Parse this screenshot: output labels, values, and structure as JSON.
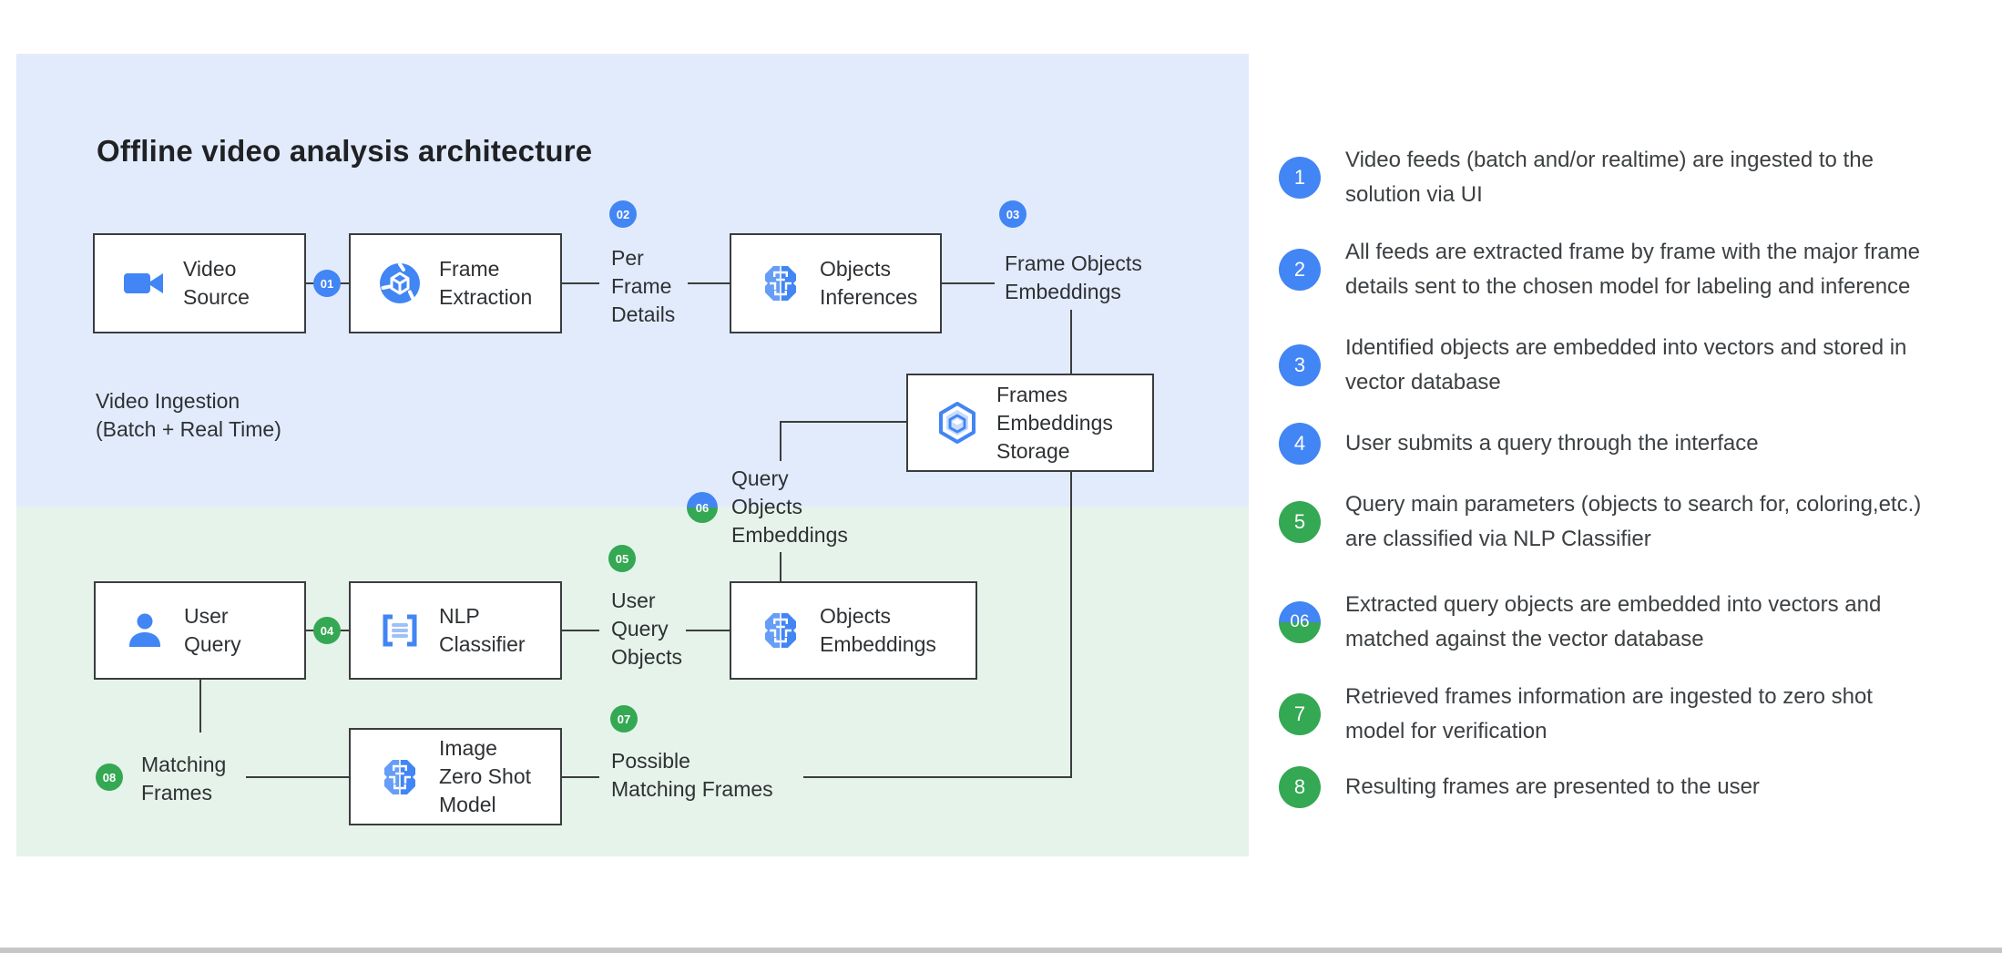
{
  "title": "Offline video analysis architecture",
  "colors": {
    "accent_blue": "#4285f4",
    "accent_green": "#34a853",
    "panel_blue_bg": "#e2ebfc",
    "panel_green_bg": "#e6f3ea",
    "line": "#3a3d40",
    "text_dark": "#202124"
  },
  "diagram": {
    "boxes": [
      {
        "id": "video-source",
        "icon": "videocam-icon",
        "lines": [
          "Video",
          "Source"
        ]
      },
      {
        "id": "frame-extraction",
        "icon": "extraction-icon",
        "lines": [
          "Frame",
          "Extraction"
        ]
      },
      {
        "id": "objects-inferences",
        "icon": "ai-brain-icon",
        "lines": [
          "Objects",
          "Inferences"
        ]
      },
      {
        "id": "frames-embeddings-storage",
        "icon": "dataset-icon",
        "lines": [
          "Frames",
          "Embeddings",
          "Storage"
        ]
      },
      {
        "id": "user-query",
        "icon": "person-icon",
        "lines": [
          "User",
          "Query"
        ]
      },
      {
        "id": "nlp-classifier",
        "icon": "nlp-icon",
        "lines": [
          "NLP",
          "Classifier"
        ]
      },
      {
        "id": "objects-embeddings",
        "icon": "ai-brain-icon",
        "lines": [
          "Objects",
          "Embeddings"
        ]
      },
      {
        "id": "image-zero-shot-model",
        "icon": "ai-brain-icon",
        "lines": [
          "Image",
          "Zero Shot",
          "Model"
        ]
      }
    ],
    "labels": [
      {
        "id": "per-frame-details",
        "lines": [
          "Per",
          "Frame",
          "Details"
        ]
      },
      {
        "id": "frame-objects-embeddings",
        "lines": [
          "Frame Objects",
          "Embeddings"
        ]
      },
      {
        "id": "video-ingestion",
        "lines": [
          "Video Ingestion",
          "(Batch + Real Time)"
        ]
      },
      {
        "id": "query-objects-embeddings",
        "lines": [
          "Query",
          "Objects",
          "Embeddings"
        ]
      },
      {
        "id": "user-query-objects",
        "lines": [
          "User",
          "Query",
          "Objects"
        ]
      },
      {
        "id": "possible-matching-frames",
        "lines": [
          "Possible",
          "Matching Frames"
        ]
      },
      {
        "id": "matching-frames",
        "lines": [
          "Matching",
          "Frames"
        ]
      }
    ],
    "badges": [
      {
        "id": "b01",
        "label": "01",
        "color": "blue"
      },
      {
        "id": "b02",
        "label": "02",
        "color": "blue"
      },
      {
        "id": "b03",
        "label": "03",
        "color": "blue"
      },
      {
        "id": "b04",
        "label": "04",
        "color": "green"
      },
      {
        "id": "b05",
        "label": "05",
        "color": "green"
      },
      {
        "id": "b06",
        "label": "06",
        "color": "split"
      },
      {
        "id": "b07",
        "label": "07",
        "color": "green"
      },
      {
        "id": "b08",
        "label": "08",
        "color": "green"
      }
    ]
  },
  "legend": {
    "items": [
      {
        "num": "1",
        "color": "blue",
        "lines": [
          "Video feeds (batch and/or realtime) are ingested to the",
          "solution via UI"
        ]
      },
      {
        "num": "2",
        "color": "blue",
        "lines": [
          "All feeds are extracted frame by frame with the major frame",
          "details sent to the chosen model for labeling and inference"
        ]
      },
      {
        "num": "3",
        "color": "blue",
        "lines": [
          "Identified objects are embedded into vectors and stored in",
          "vector database"
        ]
      },
      {
        "num": "4",
        "color": "blue",
        "lines": [
          "User submits a query through the interface"
        ]
      },
      {
        "num": "5",
        "color": "green",
        "lines": [
          "Query main parameters (objects to search for, coloring,etc.)",
          "are classified via NLP Classifier"
        ]
      },
      {
        "num": "06",
        "color": "split",
        "lines": [
          "Extracted query objects are embedded into vectors and",
          "matched against the vector database"
        ]
      },
      {
        "num": "7",
        "color": "green",
        "lines": [
          "Retrieved frames information are ingested to zero shot",
          "model for verification"
        ]
      },
      {
        "num": "8",
        "color": "green",
        "lines": [
          "Resulting frames are presented to the user"
        ]
      }
    ]
  }
}
